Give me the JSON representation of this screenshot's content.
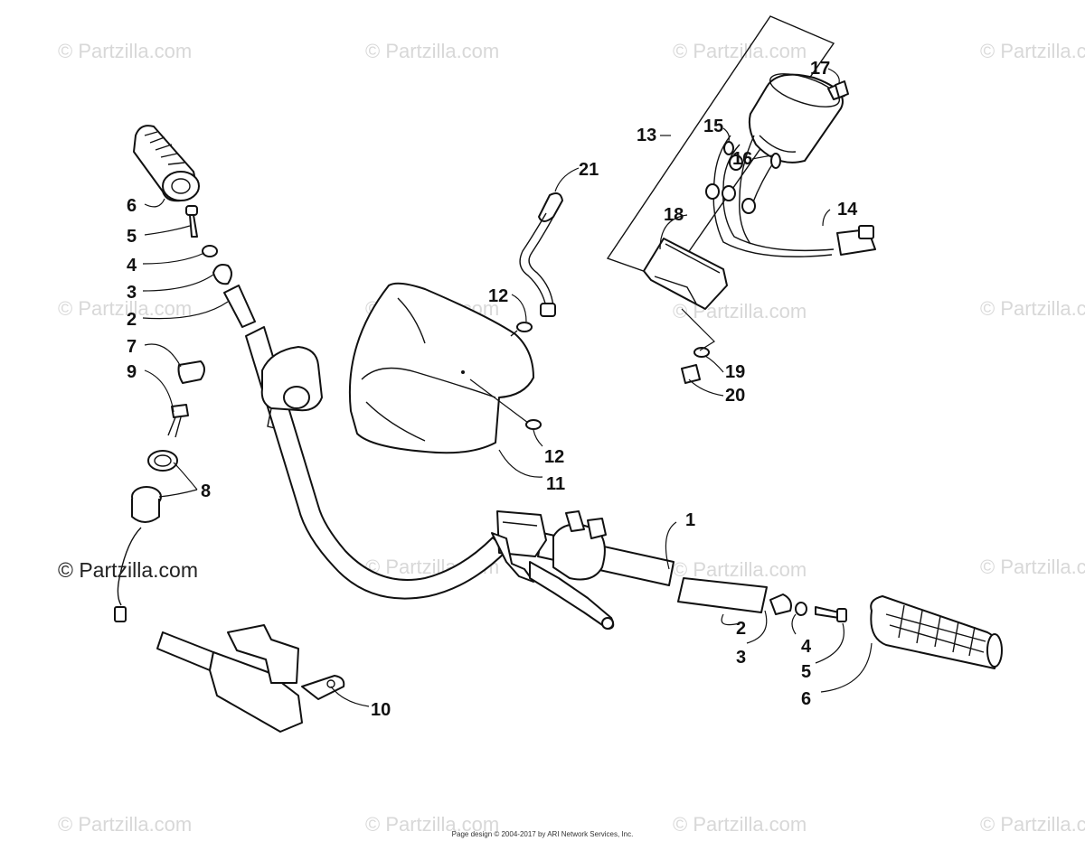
{
  "watermark": "© Partzilla.com",
  "watermark_main": "© Partzilla.com",
  "footer": "Page design © 2004-2017 by ARI Network Services, Inc.",
  "callouts": {
    "n1": "1",
    "n2a": "2",
    "n2b": "2",
    "n3a": "3",
    "n3b": "3",
    "n4a": "4",
    "n4b": "4",
    "n5a": "5",
    "n5b": "5",
    "n6a": "6",
    "n6b": "6",
    "n7": "7",
    "n8": "8",
    "n9": "9",
    "n10": "10",
    "n11": "11",
    "n12a": "12",
    "n12b": "12",
    "n13": "13",
    "n14": "14",
    "n15": "15",
    "n16": "16",
    "n17": "17",
    "n18": "18",
    "n19": "19",
    "n20": "20",
    "n21": "21"
  }
}
